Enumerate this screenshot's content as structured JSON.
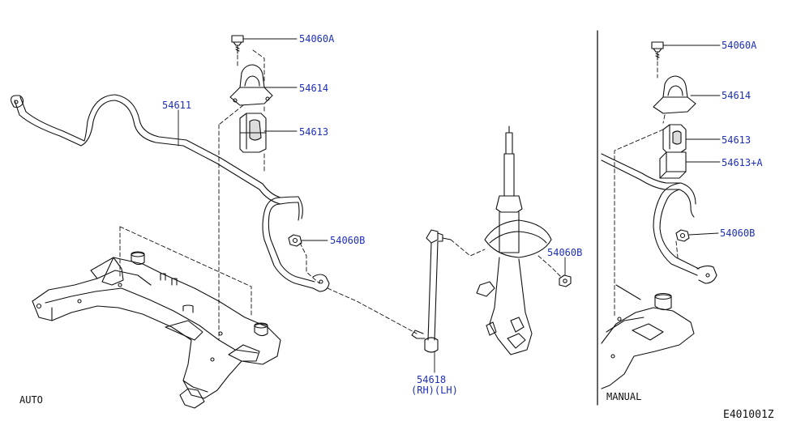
{
  "colors": {
    "callout": "#1e2fb8",
    "line": "#111111",
    "background": "#ffffff"
  },
  "labels": {
    "auto_bolt": "54060A",
    "auto_bracket": "54614",
    "auto_bushing": "54611",
    "auto_bushing_2": "54613",
    "auto_nut": "54060B",
    "strut_nut": "54060B",
    "link": "54618",
    "link_side": "(RH)(LH)",
    "man_bolt": "54060A",
    "man_bracket": "54614",
    "man_bushing": "54613",
    "man_bushing_a": "54613+A",
    "man_nut": "54060B"
  },
  "sections": {
    "auto": "AUTO",
    "manual": "MANUAL"
  },
  "figure_id": "E401001Z"
}
